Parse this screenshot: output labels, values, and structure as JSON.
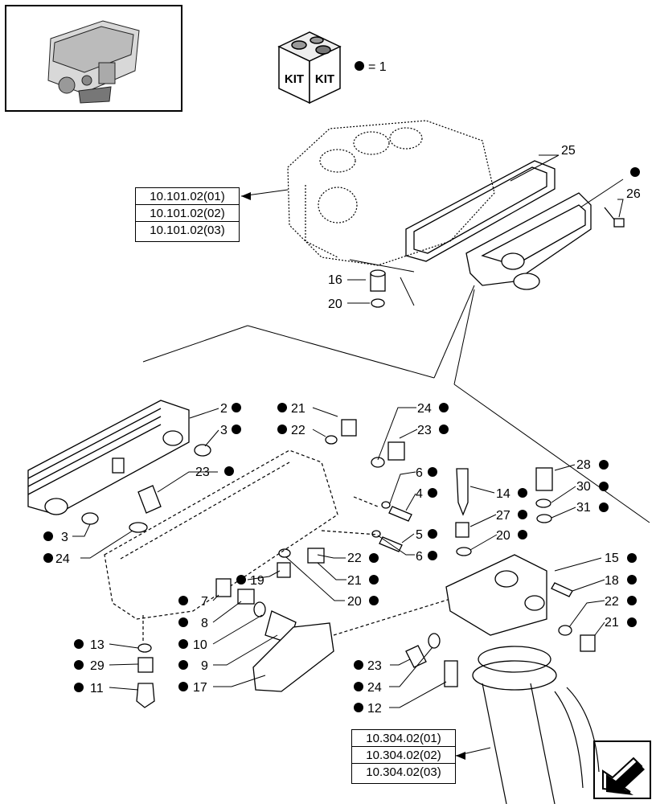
{
  "kit": {
    "label_left": "KIT",
    "label_right": "KIT",
    "legend_text": "= 1"
  },
  "ref_boxes": {
    "engine_block": [
      "10.101.02(01)",
      "10.101.02(02)",
      "10.101.02(03)"
    ],
    "oil_filter": [
      "10.304.02(01)",
      "10.304.02(02)",
      "10.304.02(03)"
    ]
  },
  "callouts": {
    "c25": "25",
    "c26": "26",
    "c16": "16",
    "c20a": "20",
    "c2": "2",
    "c3a": "3",
    "c3b": "3",
    "c23a": "23",
    "c24a": "24",
    "c21a": "21",
    "c22a": "22",
    "c24b": "24",
    "c23b": "23",
    "c6a": "6",
    "c4": "4",
    "c5": "5",
    "c6b": "6",
    "c14": "14",
    "c27": "27",
    "c20b": "20",
    "c28": "28",
    "c30": "30",
    "c31": "31",
    "c15": "15",
    "c18": "18",
    "c22b": "22",
    "c21b": "21",
    "c22c": "22",
    "c21c": "21",
    "c20c": "20",
    "c19": "19",
    "c7": "7",
    "c8": "8",
    "c10": "10",
    "c9": "9",
    "c17": "17",
    "c13": "13",
    "c29": "29",
    "c11": "11",
    "c23c": "23",
    "c24c": "24",
    "c12": "12"
  },
  "icons": {
    "engine": "engine-thumbnail-icon",
    "kit": "kit-box-icon",
    "nav": "navigation-arrow-icon"
  }
}
